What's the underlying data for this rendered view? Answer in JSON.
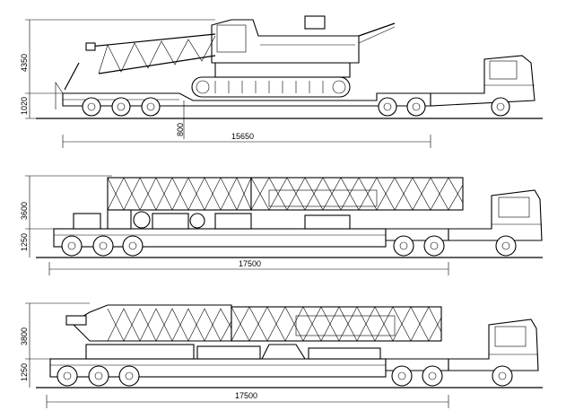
{
  "panels": [
    {
      "id": "top",
      "description_labels": {
        "height_total": "4350",
        "deck_height": "1020",
        "ground_clearance": "800",
        "length": "15650"
      }
    },
    {
      "id": "middle",
      "description_labels": {
        "height_total": "3600",
        "deck_height": "1250",
        "length": "17500"
      }
    },
    {
      "id": "bottom",
      "description_labels": {
        "height_total": "3800",
        "deck_height": "1250",
        "length": "17500"
      }
    }
  ]
}
